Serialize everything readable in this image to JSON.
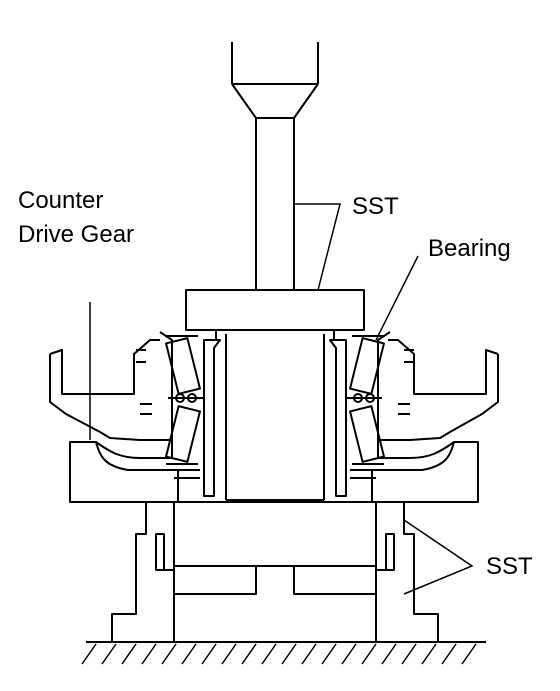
{
  "labels": {
    "counter_drive_gear_line1": "Counter",
    "counter_drive_gear_line2": "Drive Gear",
    "sst_top": "SST",
    "bearing": "Bearing",
    "sst_bottom": "SST"
  },
  "colors": {
    "line": "#000000",
    "background": "#ffffff"
  }
}
